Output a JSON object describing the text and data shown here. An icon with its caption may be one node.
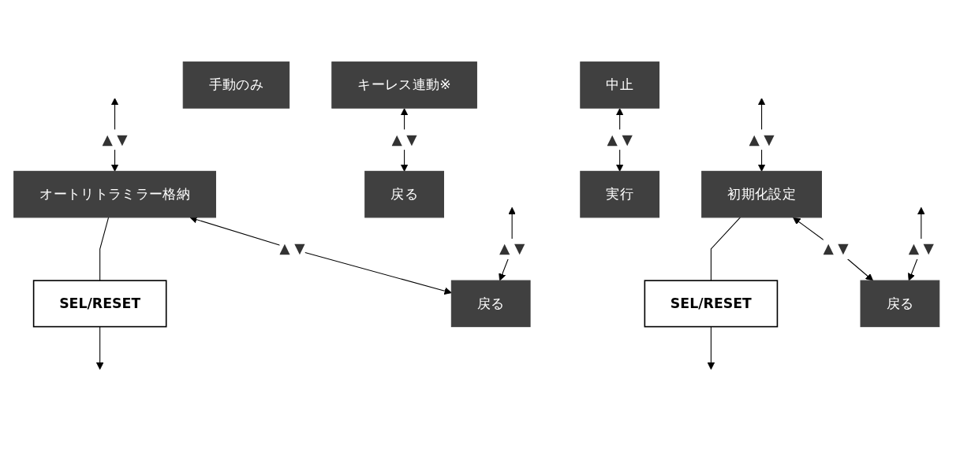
{
  "diagram": {
    "nodes": [
      {
        "text": [
          "キーレス連動※"
        ]
      },
      {
        "text": [
          "オートリトラミラー格納"
        ]
      },
      {
        "text": [
          "SEL/RESET"
        ]
      },
      {
        "text": [
          "手動のみ"
        ]
      },
      {
        "text": [
          "戻る"
        ]
      },
      {
        "text": [
          "戻る"
        ]
      },
      {
        "text": [
          "中止"
        ]
      },
      {
        "text": [
          "初期化設定"
        ]
      },
      {
        "text": [
          "SEL/RESET"
        ]
      },
      {
        "text": [
          "実行"
        ]
      },
      {
        "text": [
          "戻る"
        ]
      }
    ],
    "edges": [
      {
        "from": null,
        "to": 10,
        "arrow": "both",
        "label": "▲ ▼"
      },
      {
        "from": null,
        "to": 7,
        "arrow": "both",
        "label": "▲ ▼"
      },
      {
        "from": null,
        "to": 5,
        "arrow": "both",
        "label": "▲ ▼"
      },
      {
        "from": null,
        "to": 1,
        "arrow": "both",
        "label": "▲ ▼"
      },
      {
        "from": 1,
        "to": 5,
        "arrow": "both",
        "label": "▲ ▼"
      },
      {
        "from": 1,
        "to": 2,
        "arrow": "none"
      },
      {
        "from": 2,
        "to": null,
        "arrow": "to"
      },
      {
        "from": 0,
        "to": 4,
        "arrow": "both",
        "label": "▲ ▼"
      },
      {
        "from": 7,
        "to": 10,
        "arrow": "both",
        "label": "▲ ▼"
      },
      {
        "from": 7,
        "to": 8,
        "arrow": "none"
      },
      {
        "from": 8,
        "to": null,
        "arrow": "to"
      },
      {
        "from": 6,
        "to": 9,
        "arrow": "both",
        "label": "▲ ▼"
      }
    ]
  }
}
